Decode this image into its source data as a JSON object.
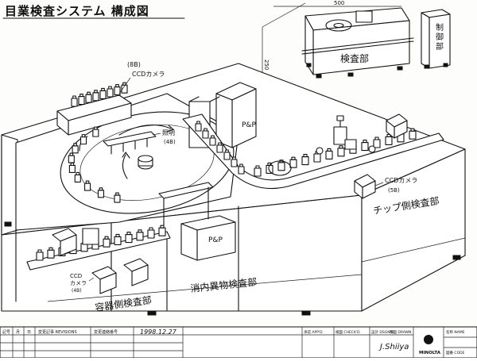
{
  "title": "目業検査システム 構成図",
  "labels": {
    "inspection_unit": "検査部",
    "control_unit": "制御部",
    "dim_width": "500",
    "dim_depth": "250",
    "ccd_top": "CCDカメラ",
    "ccd_top_count": "(8B)",
    "lighting": "照明",
    "lighting_count": "(4B)",
    "pp_upper": "P&P",
    "pp_lower": "P&P",
    "ccd_right": "CCDカメラ",
    "ccd_right_count": "(5B)",
    "chip_inspection": "チップ側検査部",
    "container_inspection": "容器側検査部",
    "foreign_matter_inspection": "消内異物検査部",
    "ccd_left": "CCD",
    "ccd_left_sub": "カメラ",
    "ccd_left_count": "(4B)"
  },
  "title_block": {
    "col_mark": "記号",
    "col_month": "月",
    "col_day": "日",
    "col_revisions": "変更記事 REVISIONS",
    "col_rev_no": "変更連絡番号",
    "date": "1998.12.27",
    "approved": "承認 APP'D",
    "checked": "検図 CHECK'D",
    "designed": "設計 DSGN'D",
    "drawn": "製図 DRAWN",
    "signature": "J.Shiiya",
    "company": "MINOLTA",
    "name_label": "名称 NAME",
    "drawing_no_label": "図番 CODE"
  }
}
